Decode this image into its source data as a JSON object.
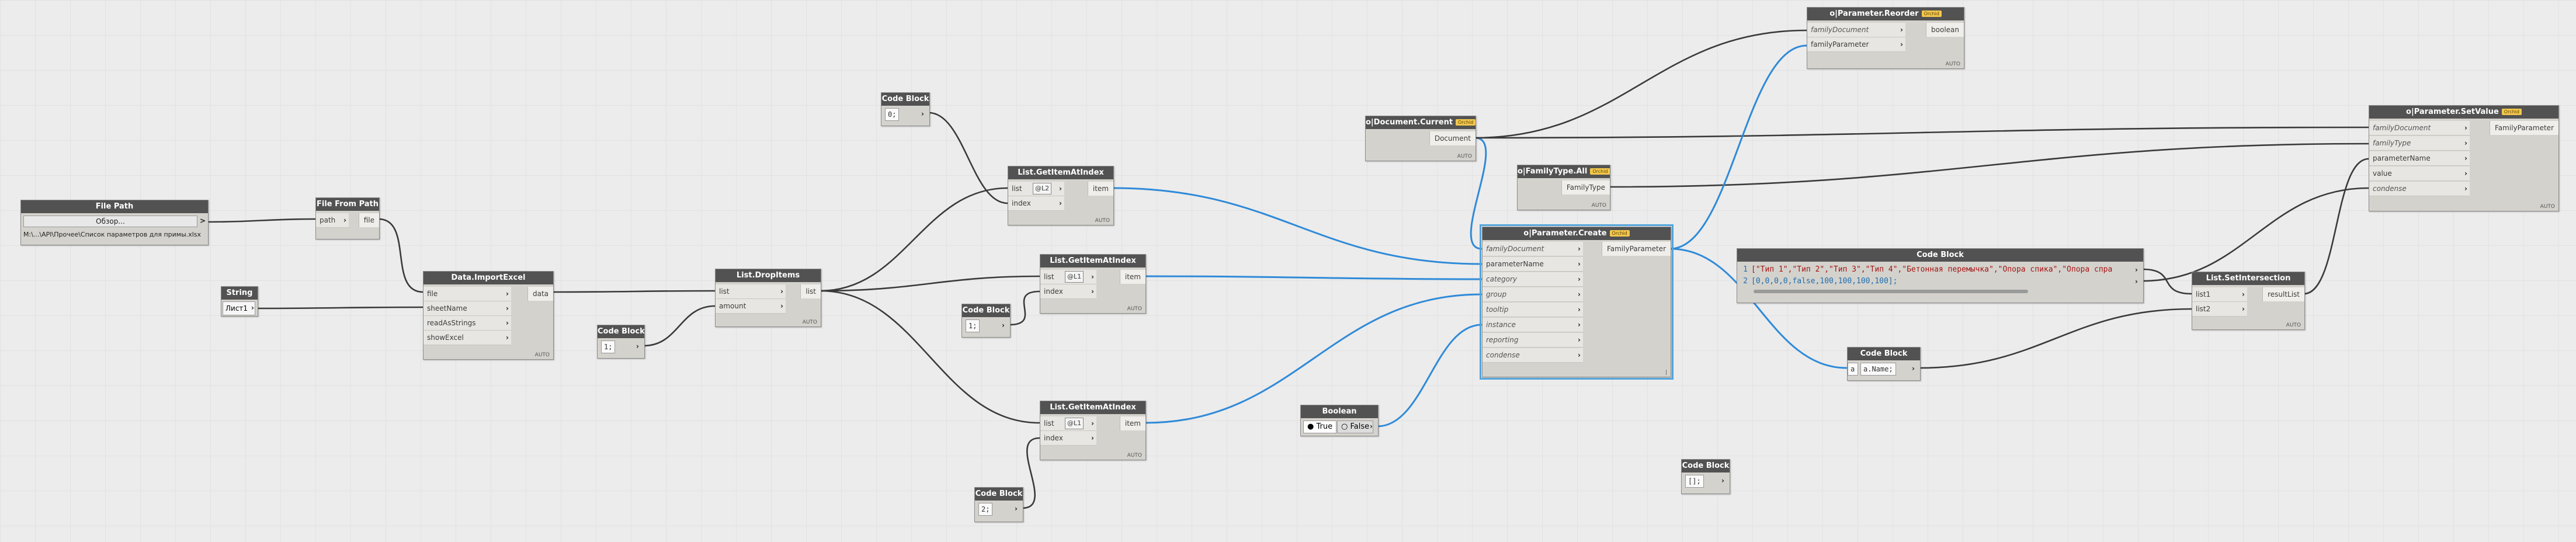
{
  "canvas": {
    "wire_colors": {
      "default": "#3a3a3a",
      "selected": "#2f8ad8"
    },
    "node_header_color": "#525252",
    "node_body_color": "#d4d2cc",
    "badge_color": "#f3c74d"
  },
  "nodes": {
    "file_path": {
      "title": "File Path",
      "button": "Обзор...",
      "output": ">",
      "value": "M:\\...\\API\\Прочее\\Список параметров для примы.xlsx"
    },
    "file_from_path": {
      "title": "File From Path",
      "input": "path",
      "output": "file"
    },
    "string_node": {
      "title": "String",
      "value": "Лист1"
    },
    "import_excel": {
      "title": "Data.ImportExcel",
      "inputs": [
        "file",
        "sheetName",
        "readAsStrings",
        "showExcel"
      ],
      "output": "data",
      "footer": "AUTO"
    },
    "cb_one": {
      "title": "Code Block",
      "code": "1;"
    },
    "drop_items": {
      "title": "List.DropItems",
      "inputs": [
        "list",
        "amount"
      ],
      "output": "list",
      "footer": "AUTO"
    },
    "cb_zero": {
      "title": "Code Block",
      "code": "0;"
    },
    "get_idx_top": {
      "title": "List.GetItemAtIndex",
      "inputs": [
        "list",
        "index"
      ],
      "output": "item",
      "footer": "AUTO",
      "badge": "@L2"
    },
    "get_idx_mid": {
      "title": "List.GetItemAtIndex",
      "inputs": [
        "list",
        "index"
      ],
      "output": "item",
      "footer": "AUTO",
      "badge": "@L1"
    },
    "cb_one_b": {
      "title": "Code Block",
      "code": "1;"
    },
    "get_idx_bot": {
      "title": "List.GetItemAtIndex",
      "inputs": [
        "list",
        "index"
      ],
      "output": "item",
      "footer": "AUTO",
      "badge": "@L1"
    },
    "cb_two": {
      "title": "Code Block",
      "code": "2;"
    },
    "doc_current": {
      "title": "o|Document.Current",
      "badge": "Orchid",
      "output": "Document",
      "footer": "AUTO"
    },
    "familytype_all": {
      "title": "o|FamilyType.All",
      "badge": "Orchid",
      "output": "FamilyType",
      "footer": "AUTO"
    },
    "param_reorder": {
      "title": "o|Parameter.Reorder",
      "badge": "Orchid",
      "inputs": [
        "familyDocument",
        "familyParameter"
      ],
      "output": "boolean",
      "footer": "AUTO"
    },
    "param_create": {
      "title": "o|Parameter.Create",
      "badge": "Orchid",
      "inputs": [
        "familyDocument",
        "parameterName",
        "category",
        "group",
        "tooltip",
        "instance",
        "reporting",
        "condense"
      ],
      "output": "FamilyParameter",
      "footer": "|"
    },
    "boolean_node": {
      "title": "Boolean",
      "true_label": "True",
      "false_label": "False"
    },
    "code_big": {
      "title": "Code Block",
      "line1": "[\"Тип 1\",\"Тип 2\",\"Тип 3\",\"Тип 4\",\"Бетонная перемычка\",\"Опора спика\",\"Опора спра",
      "line2": "[0,0,0,0,false,100,100,100,100];",
      "line1_no": "1",
      "line2_no": "2"
    },
    "cb_name": {
      "title": "Code Block",
      "code": "a.Name;",
      "input": "a"
    },
    "set_intersection": {
      "title": "List.SetIntersection",
      "inputs": [
        "list1",
        "list2"
      ],
      "output": "resultList",
      "footer": "AUTO"
    },
    "param_setvalue": {
      "title": "o|Parameter.SetValue",
      "badge": "Orchid",
      "inputs": [
        "familyDocument",
        "familyType",
        "parameterName",
        "value",
        "condense"
      ],
      "output": "FamilyParameter",
      "footer": "AUTO"
    },
    "cb_empty": {
      "title": "Code Block",
      "code": "[];"
    }
  }
}
